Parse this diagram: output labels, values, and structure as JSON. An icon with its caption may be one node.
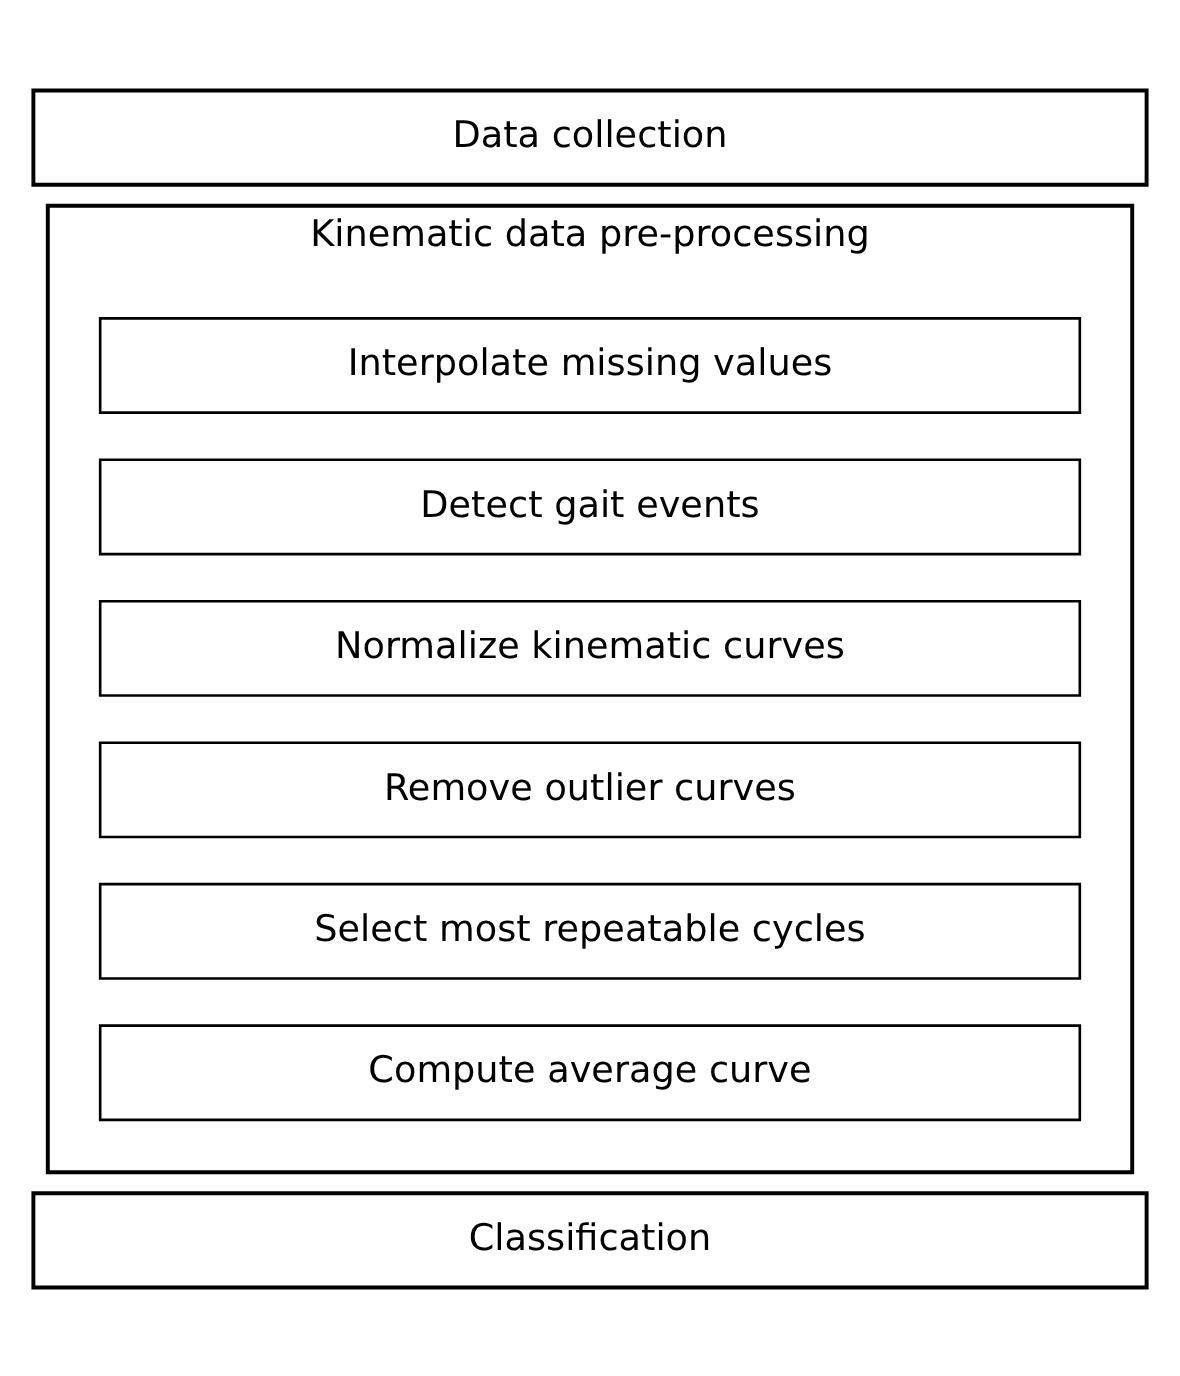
{
  "diagram": {
    "nodes": [
      {
        "text": [
          "Data collection"
        ]
      },
      {
        "text": [
          "Kinematic data pre-processing"
        ]
      },
      {
        "text": [
          "Interpolate missing values"
        ],
        "in": 1
      },
      {
        "text": [
          "Detect gait events"
        ],
        "in": 1
      },
      {
        "text": [
          "Normalize kinematic curves"
        ],
        "in": 1
      },
      {
        "text": [
          "Remove outlier curves"
        ],
        "in": 1
      },
      {
        "text": [
          "Select most repeatable cycles"
        ],
        "in": 1
      },
      {
        "text": [
          "Compute average curve"
        ],
        "in": 1
      },
      {
        "text": [
          "Classification"
        ]
      }
    ]
  }
}
